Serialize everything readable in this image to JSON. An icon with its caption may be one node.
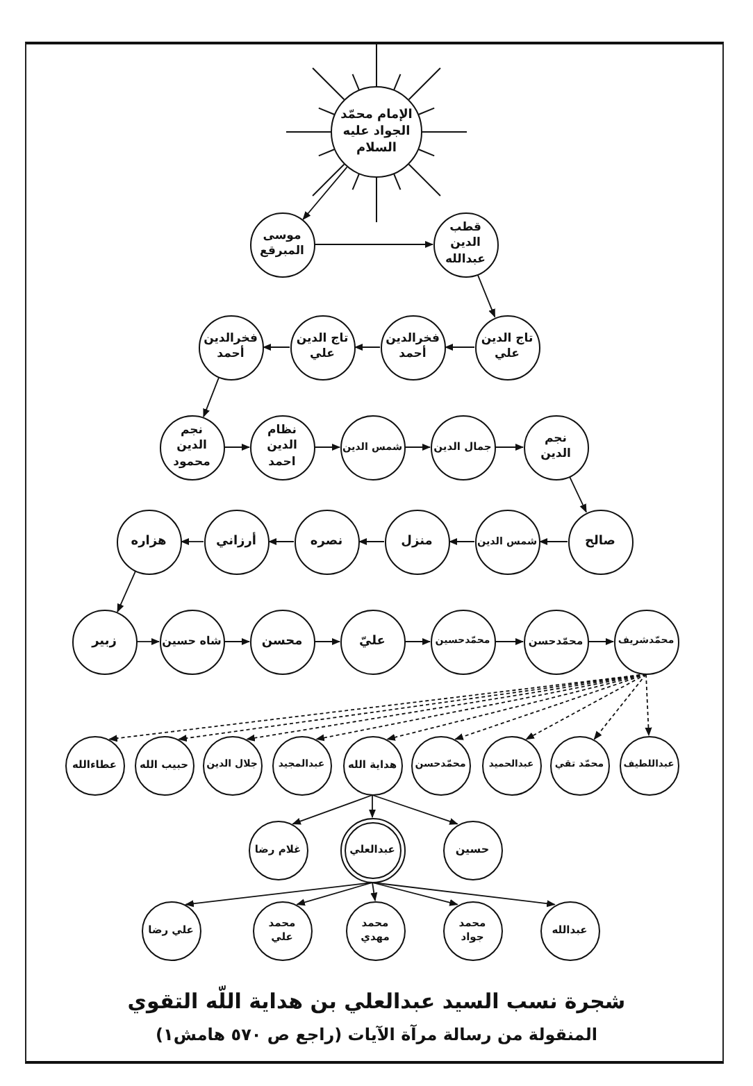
{
  "diagram": {
    "title": "شجرة نسب السيد عبدالعلي بن هداية اللّه التقوي",
    "caption": "المنقولة من رسالة مرآة الآيات (راجع ص ٥٧٠ هامش١)",
    "nodes": [
      {
        "text": [
          "الإمام محمّد الجواد عليه السلام"
        ]
      },
      {
        "text": [
          "موسى المبرقع"
        ]
      },
      {
        "text": [
          "قطب الدين عبدالله"
        ]
      },
      {
        "text": [
          "تاج الدين علي"
        ]
      },
      {
        "text": [
          "فخرالدين أحمد"
        ]
      },
      {
        "text": [
          "تاج الدين علي"
        ]
      },
      {
        "text": [
          "فخرالدين أحمد"
        ]
      },
      {
        "text": [
          "نجم الدين محمود"
        ]
      },
      {
        "text": [
          "نظام الدين احمد"
        ]
      },
      {
        "text": [
          "شمس الدين"
        ]
      },
      {
        "text": [
          "جمال الدين"
        ]
      },
      {
        "text": [
          "نجم الدين"
        ]
      },
      {
        "text": [
          "صالح"
        ]
      },
      {
        "text": [
          "شمس الدين"
        ]
      },
      {
        "text": [
          "منزل"
        ]
      },
      {
        "text": [
          "نصره"
        ]
      },
      {
        "text": [
          "أرزاني"
        ]
      },
      {
        "text": [
          "هزاره"
        ]
      },
      {
        "text": [
          "زبير"
        ]
      },
      {
        "text": [
          "شاه حسين"
        ]
      },
      {
        "text": [
          "محسن"
        ]
      },
      {
        "text": [
          "عليّ"
        ]
      },
      {
        "text": [
          "محمّدحسين"
        ]
      },
      {
        "text": [
          "محمّدحسن"
        ]
      },
      {
        "text": [
          "محمّدشريف"
        ]
      },
      {
        "text": [
          "عطاءالله"
        ]
      },
      {
        "text": [
          "حبيب الله"
        ]
      },
      {
        "text": [
          "جلال الدين"
        ]
      },
      {
        "text": [
          "عبدالمجيد"
        ]
      },
      {
        "text": [
          "هداية الله"
        ]
      },
      {
        "text": [
          "محمّدحسن"
        ]
      },
      {
        "text": [
          "عبدالحميد"
        ]
      },
      {
        "text": [
          "محمّد تقي"
        ]
      },
      {
        "text": [
          "عبداللطيف"
        ]
      },
      {
        "text": [
          "غلام رضا"
        ]
      },
      {
        "text": [
          "عبدالعلي"
        ]
      },
      {
        "text": [
          "حسين"
        ]
      },
      {
        "text": [
          "علي رضا"
        ]
      },
      {
        "text": [
          "محمد علي"
        ]
      },
      {
        "text": [
          "محمد مهدي"
        ]
      },
      {
        "text": [
          "محمد جواد"
        ]
      },
      {
        "text": [
          "عبدالله"
        ]
      }
    ],
    "edges": [
      {
        "from": 0,
        "to": 1,
        "arrow": "to"
      },
      {
        "from": 1,
        "to": 2,
        "arrow": "to"
      },
      {
        "from": 2,
        "to": 3,
        "arrow": "to"
      },
      {
        "from": 3,
        "to": 4,
        "arrow": "to"
      },
      {
        "from": 4,
        "to": 5,
        "arrow": "to"
      },
      {
        "from": 5,
        "to": 6,
        "arrow": "to"
      },
      {
        "from": 6,
        "to": 7,
        "arrow": "to"
      },
      {
        "from": 7,
        "to": 8,
        "arrow": "to"
      },
      {
        "from": 8,
        "to": 9,
        "arrow": "to"
      },
      {
        "from": 9,
        "to": 10,
        "arrow": "to"
      },
      {
        "from": 10,
        "to": 11,
        "arrow": "to"
      },
      {
        "from": 11,
        "to": 12,
        "arrow": "to"
      },
      {
        "from": 12,
        "to": 13,
        "arrow": "to"
      },
      {
        "from": 13,
        "to": 14,
        "arrow": "to"
      },
      {
        "from": 14,
        "to": 15,
        "arrow": "to"
      },
      {
        "from": 15,
        "to": 16,
        "arrow": "to"
      },
      {
        "from": 16,
        "to": 17,
        "arrow": "to"
      },
      {
        "from": 17,
        "to": 18,
        "arrow": "to"
      },
      {
        "from": 18,
        "to": 19,
        "arrow": "to"
      },
      {
        "from": 19,
        "to": 20,
        "arrow": "to"
      },
      {
        "from": 20,
        "to": 21,
        "arrow": "to"
      },
      {
        "from": 21,
        "to": 22,
        "arrow": "to"
      },
      {
        "from": 22,
        "to": 23,
        "arrow": "to"
      },
      {
        "from": 23,
        "to": 24,
        "arrow": "to"
      },
      {
        "from": 24,
        "to": 25,
        "arrow": "to",
        "style": "dashed"
      },
      {
        "from": 24,
        "to": 26,
        "arrow": "to",
        "style": "dashed"
      },
      {
        "from": 24,
        "to": 27,
        "arrow": "to",
        "style": "dashed"
      },
      {
        "from": 24,
        "to": 28,
        "arrow": "to",
        "style": "dashed"
      },
      {
        "from": 24,
        "to": 29,
        "arrow": "to",
        "style": "dashed"
      },
      {
        "from": 24,
        "to": 30,
        "arrow": "to",
        "style": "dashed"
      },
      {
        "from": 24,
        "to": 31,
        "arrow": "to",
        "style": "dashed"
      },
      {
        "from": 24,
        "to": 32,
        "arrow": "to",
        "style": "dashed"
      },
      {
        "from": 24,
        "to": 33,
        "arrow": "to",
        "style": "dashed"
      },
      {
        "from": 29,
        "to": 34,
        "arrow": "to"
      },
      {
        "from": 29,
        "to": 35,
        "arrow": "to"
      },
      {
        "from": 29,
        "to": 36,
        "arrow": "to"
      },
      {
        "from": 35,
        "to": 37,
        "arrow": "to"
      },
      {
        "from": 35,
        "to": 38,
        "arrow": "to"
      },
      {
        "from": 35,
        "to": 39,
        "arrow": "to"
      },
      {
        "from": 35,
        "to": 40,
        "arrow": "to"
      },
      {
        "from": 35,
        "to": 41,
        "arrow": "to"
      }
    ]
  }
}
